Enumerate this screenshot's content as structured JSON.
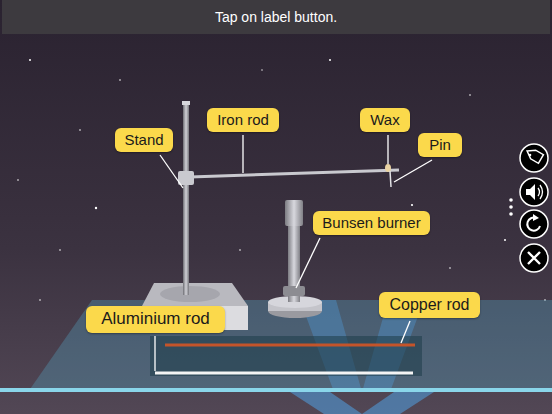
{
  "diagram": {
    "nodes": [
      {
        "text": [
          "Tap on label button."
        ]
      },
      {
        "text": [
          "Iron rod"
        ]
      },
      {
        "text": [
          "Wax"
        ]
      },
      {
        "text": [
          "Stand"
        ]
      },
      {
        "text": [
          "Pin"
        ]
      },
      {
        "text": [
          "Bunsen burner"
        ]
      },
      {
        "text": [
          "Copper rod"
        ]
      },
      {
        "text": [
          "Aluminium rod"
        ]
      }
    ]
  }
}
